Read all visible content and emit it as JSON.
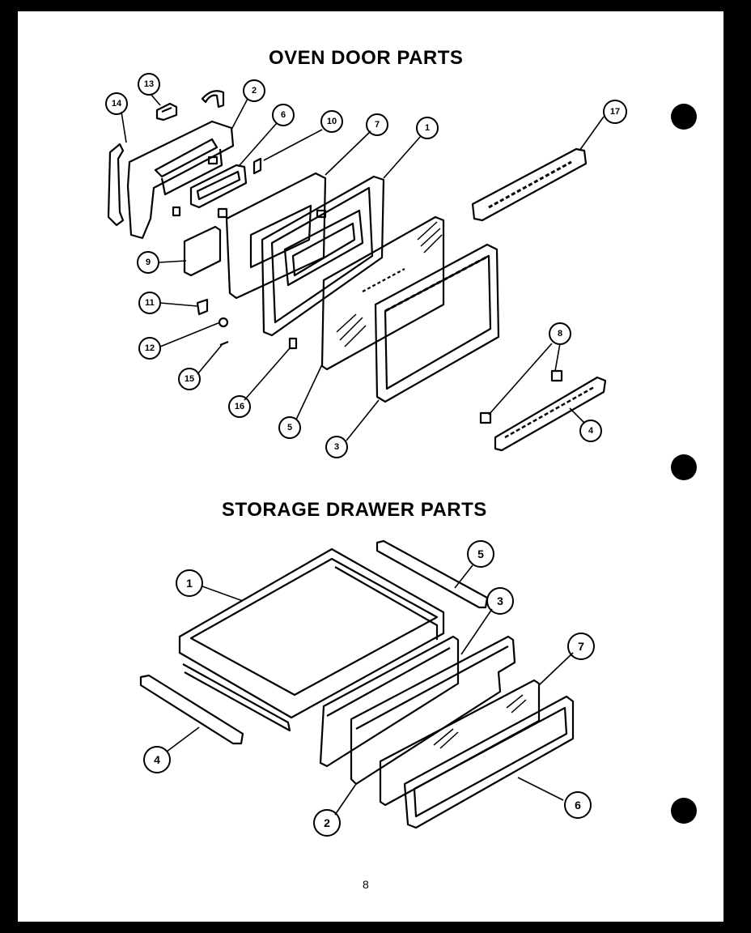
{
  "titles": {
    "oven": "OVEN DOOR PARTS",
    "drawer": "STORAGE DRAWER PARTS"
  },
  "page_number": "8",
  "oven_labels": {
    "l1": "1",
    "l2": "2",
    "l3": "3",
    "l4": "4",
    "l5": "5",
    "l6": "6",
    "l7": "7",
    "l8": "8",
    "l9": "9",
    "l10": "10",
    "l11": "11",
    "l12": "12",
    "l13": "13",
    "l14": "14",
    "l15": "15",
    "l16": "16",
    "l17": "17"
  },
  "drawer_labels": {
    "l1": "1",
    "l2": "2",
    "l3": "3",
    "l4": "4",
    "l5": "5",
    "l6": "6",
    "l7": "7"
  }
}
